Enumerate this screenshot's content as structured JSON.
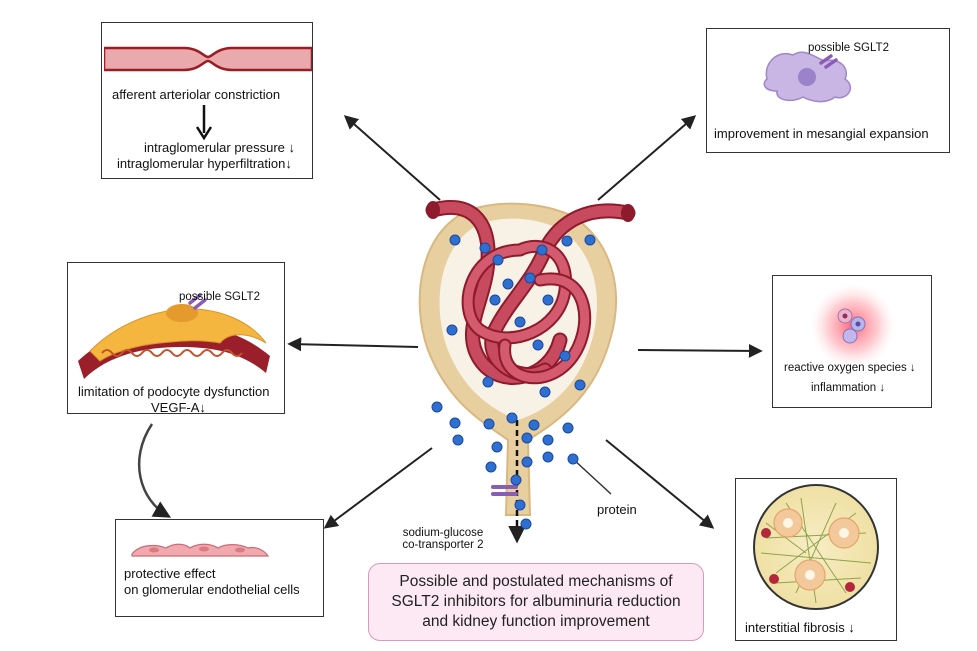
{
  "arteriole_box": {
    "line1": "afferent arteriolar constriction",
    "line2": "intraglomerular pressure ↓",
    "line3": "intraglomerular hyperfiltration↓"
  },
  "mesangial_box": {
    "sglt2_label": "possible SGLT2",
    "text": "improvement in mesangial expansion"
  },
  "podocyte_box": {
    "sglt2_label": "possible SGLT2",
    "line1": "limitation of podocyte dysfunction",
    "line2": "VEGF-A↓"
  },
  "ros_box": {
    "line1": "reactive oxygen species ↓",
    "line2": "inflammation ↓"
  },
  "endothelial_box": {
    "line1": "protective effect",
    "line2": "on glomerular endothelial cells"
  },
  "fibrosis_box": {
    "text": "interstitial fibrosis ↓"
  },
  "center_labels": {
    "sglt2_line1": "sodium-glucose",
    "sglt2_line2": "co-transporter 2",
    "protein": "protein"
  },
  "caption": {
    "line1": "Possible and postulated mechanisms of",
    "line2": "SGLT2 inhibitors for albuminuria reduction",
    "line3": "and kidney function improvement"
  },
  "colors": {
    "vessel": "#c74a5e",
    "vessel_dark": "#8e1b2c",
    "capsule": "#e8cfa0",
    "protein_dot": "#2f6fd1",
    "sglt2": "#8b5cb5",
    "caption_bg": "#fce9f3"
  }
}
